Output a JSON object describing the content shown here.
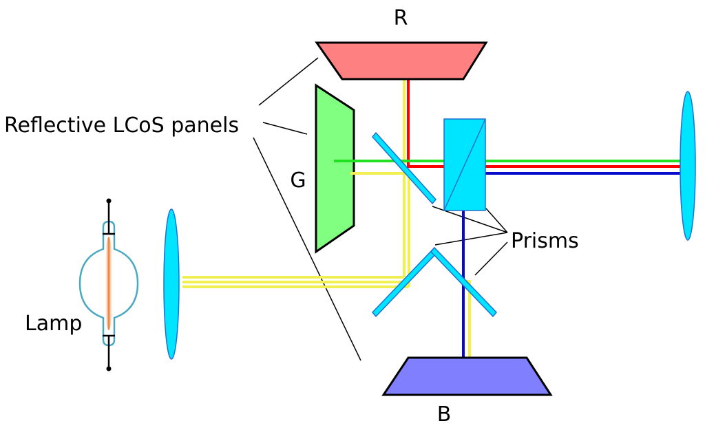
{
  "labels": {
    "red_panel": "R",
    "green_panel": "G",
    "blue_panel": "B",
    "panels": "Reflective LCoS panels",
    "prisms": "Prisms",
    "lamp": "Lamp"
  },
  "colors": {
    "red_panel": "#ff8080",
    "green_panel": "#80ff80",
    "blue_panel": "#8080ff",
    "optics": "#00e5ff",
    "optics_stroke": "#1f6fd0",
    "red_beam": "#ff0000",
    "green_beam": "#22e022",
    "blue_beam": "#0a0acc",
    "white_beam": "#f0f050",
    "lamp_outline": "#4aa8c0",
    "leader": "#000000"
  }
}
